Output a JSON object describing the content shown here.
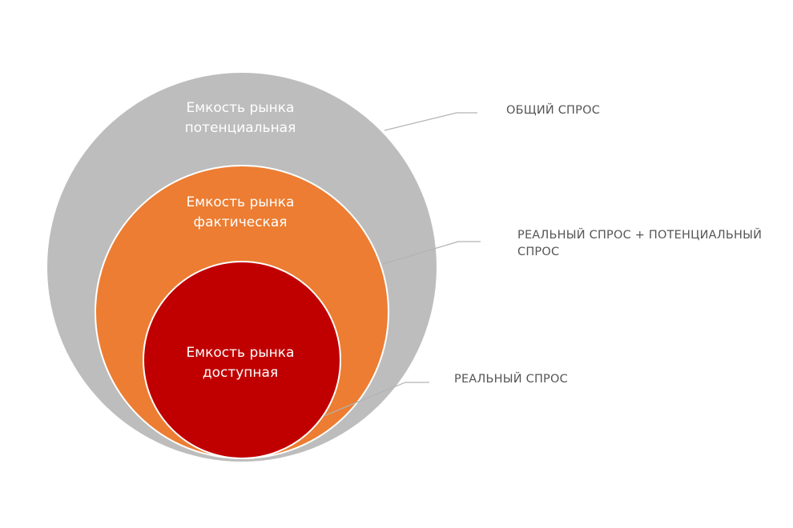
{
  "diagram": {
    "colors": {
      "outer": "#bdbdbd",
      "middle": "#ec7d32",
      "inner": "#c00000",
      "ring_border": "#ffffff",
      "leader_line": "#b3b3b3",
      "side_text": "#555555",
      "circle_text": "#ffffff"
    },
    "circles": {
      "outer": {
        "line1": "Емкость рынка",
        "line2": "потенциальная"
      },
      "middle": {
        "line1": "Емкость рынка",
        "line2": "фактическая"
      },
      "inner": {
        "line1": "Емкость рынка",
        "line2": "доступная"
      }
    },
    "labels": {
      "total_demand": "ОБЩИЙ СПРОС",
      "real_plus_potential_line1": "РЕАЛЬНЫЙ СПРОС + ПОТЕНЦИАЛЬНЫЙ",
      "real_plus_potential_line2": "СПРОС",
      "real_demand": "РЕАЛЬНЫЙ СПРОС"
    }
  }
}
